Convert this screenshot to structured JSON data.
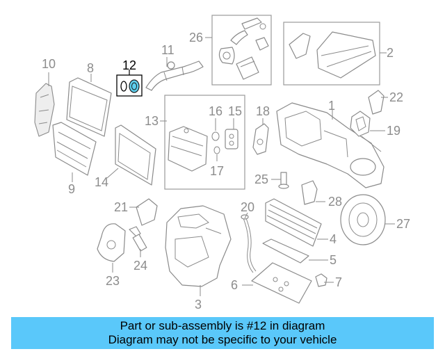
{
  "callouts": [
    "1",
    "2",
    "3",
    "4",
    "5",
    "6",
    "7",
    "8",
    "9",
    "10",
    "11",
    "12",
    "13",
    "14",
    "15",
    "16",
    "17",
    "18",
    "19",
    "20",
    "21",
    "22",
    "23",
    "24",
    "25",
    "26",
    "27",
    "28"
  ],
  "highlighted_part": "12",
  "banner": {
    "line1": "Part or sub-assembly is #12 in diagram",
    "line2": "Diagram may not be specific to your vehicle"
  },
  "colors": {
    "banner": "#5ac8fa",
    "highlight": "#5fd0ee",
    "line": "#8a8a8a"
  }
}
